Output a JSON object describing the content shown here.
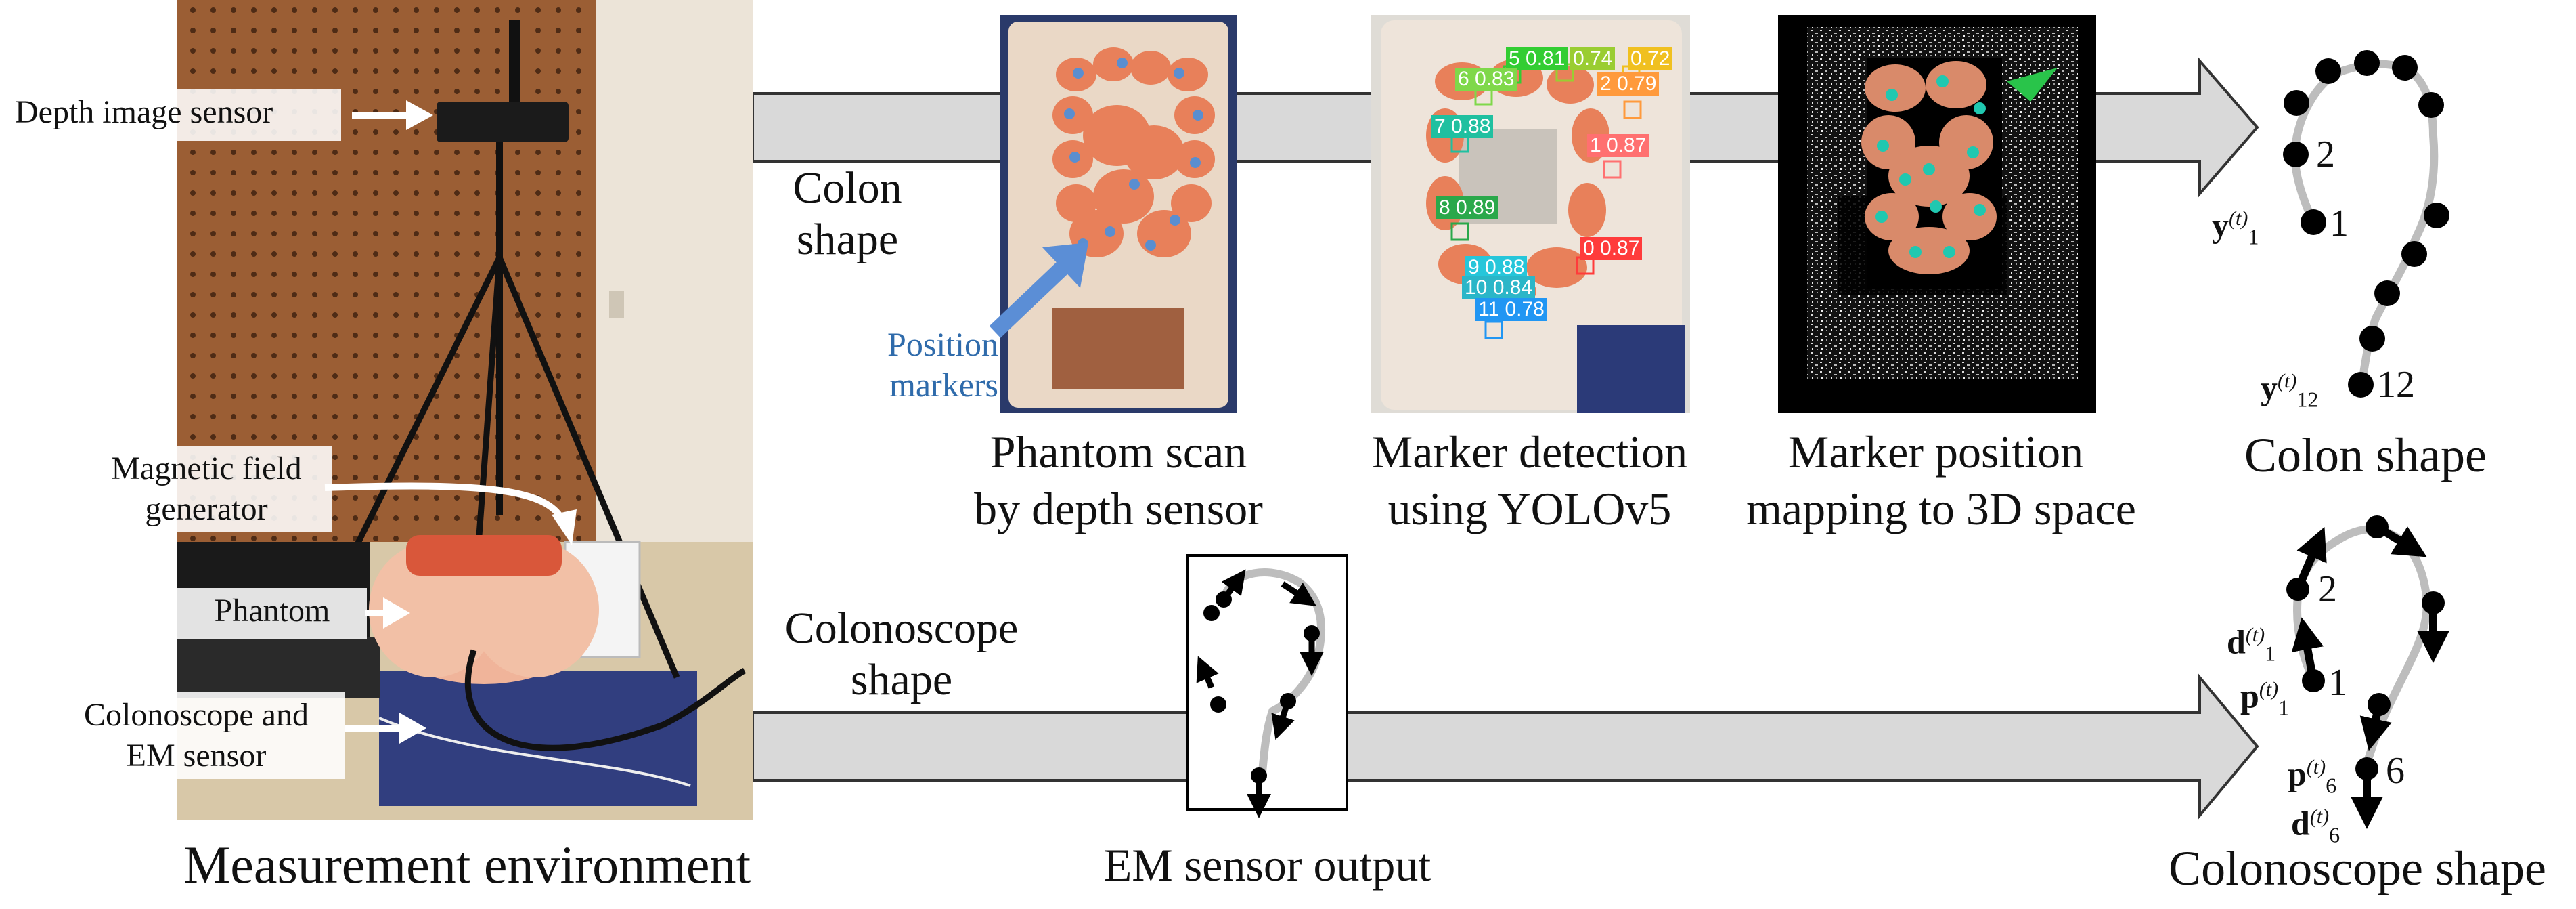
{
  "measurement_environment": {
    "caption": "Measurement environment",
    "callouts": {
      "depth_sensor": "Depth image sensor",
      "field_generator": [
        "Magnetic field",
        "generator"
      ],
      "phantom": "Phantom",
      "colonoscope": [
        "Colonoscope and",
        "EM sensor"
      ]
    }
  },
  "pipeline": {
    "colon_shape_label": [
      "Colon",
      "shape"
    ],
    "colonoscope_shape_label": [
      "Colonoscope",
      "shape"
    ],
    "steps": [
      {
        "caption": [
          "Phantom scan",
          "by depth sensor"
        ],
        "annotation": [
          "Position",
          "markers"
        ]
      },
      {
        "caption": [
          "Marker detection",
          "using YOLOv5"
        ]
      },
      {
        "caption": [
          "Marker position",
          "mapping to 3D space"
        ]
      }
    ],
    "em_output_caption": "EM sensor output",
    "detections": [
      {
        "text": "5 0.81",
        "color": "#32cd32"
      },
      {
        "text": "0.74",
        "color": "#9acd32"
      },
      {
        "text": "0.72",
        "color": "#f0c020"
      },
      {
        "text": "6 0.83",
        "color": "#7fd84a"
      },
      {
        "text": "2 0.79",
        "color": "#ff9a3c"
      },
      {
        "text": "7 0.88",
        "color": "#20c0a0"
      },
      {
        "text": "1 0.87",
        "color": "#ff7070"
      },
      {
        "text": "8 0.89",
        "color": "#2aa84a"
      },
      {
        "text": "0 0.87",
        "color": "#ff3b3b"
      },
      {
        "text": "9 0.88",
        "color": "#26c6da"
      },
      {
        "text": "10 0.84",
        "color": "#2bb6c8"
      },
      {
        "text": "11 0.78",
        "color": "#2196f3"
      }
    ]
  },
  "colon_shape": {
    "caption": "Colon shape",
    "index_labels": [
      "2",
      "1",
      "12"
    ],
    "y1_label": {
      "base": "y",
      "sup": "(t)",
      "sub": "1"
    },
    "y12_label": {
      "base": "y",
      "sup": "(t)",
      "sub": "12"
    }
  },
  "colonoscope_shape": {
    "caption": "Colonoscope shape",
    "index_labels": [
      "2",
      "1",
      "6"
    ],
    "d1_label": {
      "base": "d",
      "sup": "(t)",
      "sub": "1"
    },
    "p1_label": {
      "base": "p",
      "sup": "(t)",
      "sub": "1"
    },
    "p6_label": {
      "base": "p",
      "sup": "(t)",
      "sub": "6"
    },
    "d6_label": {
      "base": "d",
      "sup": "(t)",
      "sub": "6"
    }
  },
  "colors": {
    "arrow_fill": "#d9d9d9",
    "arrow_stroke": "#333333",
    "marker_blue": "#2f6bab",
    "phantom_skin": "#f0c8ad",
    "colon_pink": "#e8805a"
  }
}
